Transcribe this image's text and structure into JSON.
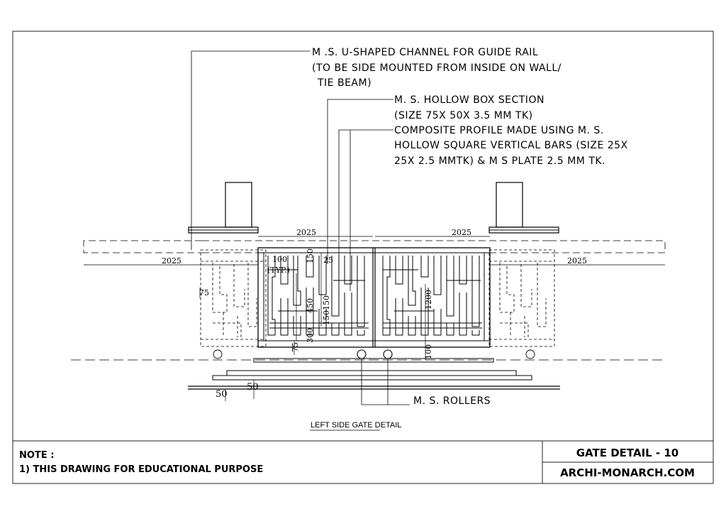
{
  "callouts": {
    "channel": [
      "M .S. U-SHAPED CHANNEL FOR GUIDE RAIL",
      "(TO BE SIDE MOUNTED FROM INSIDE ON WALL/",
      "TIE BEAM)"
    ],
    "box_section": [
      "M. S. HOLLOW BOX SECTION",
      "(SIZE 75X 50X 3.5 MM TK)"
    ],
    "composite": [
      "COMPOSITE PROFILE MADE USING M. S.",
      "HOLLOW SQUARE VERTICAL BARS (SIZE 25X",
      "25X 2.5 MMTK) & M S PLATE 2.5 MM TK."
    ],
    "rollers": "M. S. ROLLERS"
  },
  "dimensions": {
    "d2025": "2025",
    "d100": "100",
    "typ": "(TYP.)",
    "d150": "150",
    "d25": "25",
    "d75": "75",
    "d450": "450",
    "d150_150": "150150",
    "d1200": "1200",
    "d300": "300",
    "d50": "50"
  },
  "drawing_caption": "LEFT SIDE GATE DETAIL",
  "title_block": {
    "note_heading": "NOTE :",
    "note_line": "1) THIS DRAWING FOR EDUCATIONAL PURPOSE",
    "title": "GATE DETAIL - 10",
    "site": "ARCHI-MONARCH.COM"
  }
}
